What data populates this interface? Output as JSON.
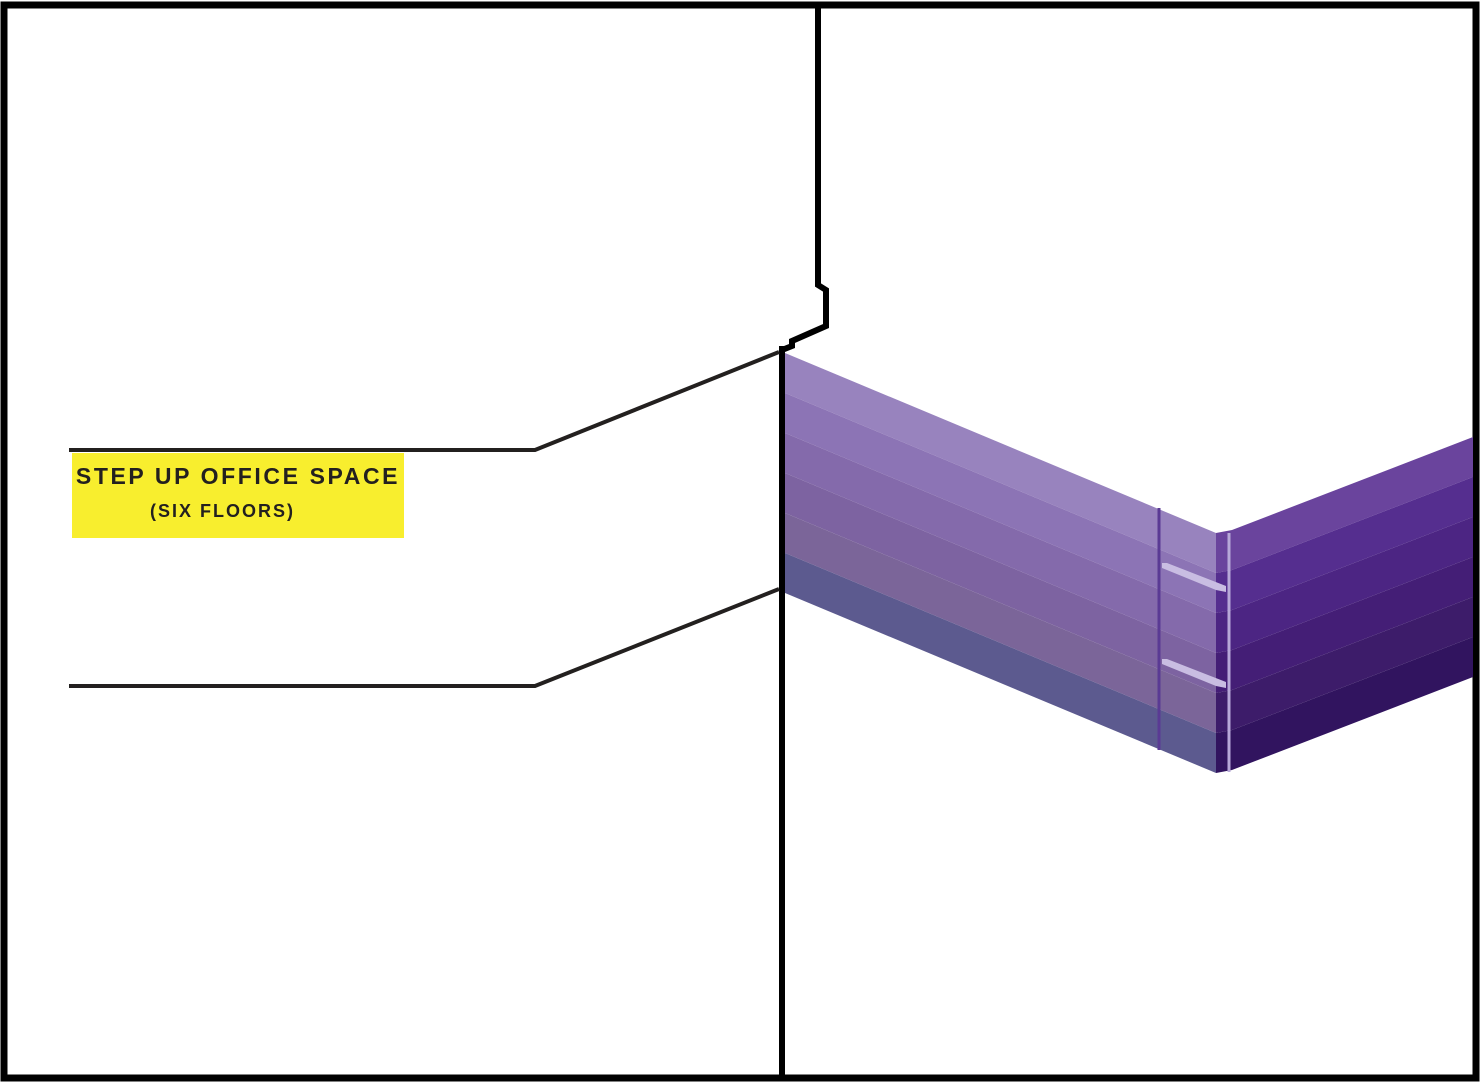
{
  "callout": {
    "title": "STEP UP OFFICE SPACE",
    "subtitle": "(SIX FLOORS)",
    "background_color": "#f8ee2e",
    "text_color": "#23201f"
  },
  "building": {
    "floors": 6,
    "left_face_colors": [
      "#9883be",
      "#8c74b5",
      "#846aab",
      "#7d63a1",
      "#7b6599",
      "#5c5a8f"
    ],
    "right_face_colors": [
      "#6a449d",
      "#552e8f",
      "#4c2583",
      "#441e76",
      "#3d1c6a",
      "#31145f"
    ]
  },
  "colors": {
    "frame": "#000000",
    "leader_lines": "#23201f"
  }
}
